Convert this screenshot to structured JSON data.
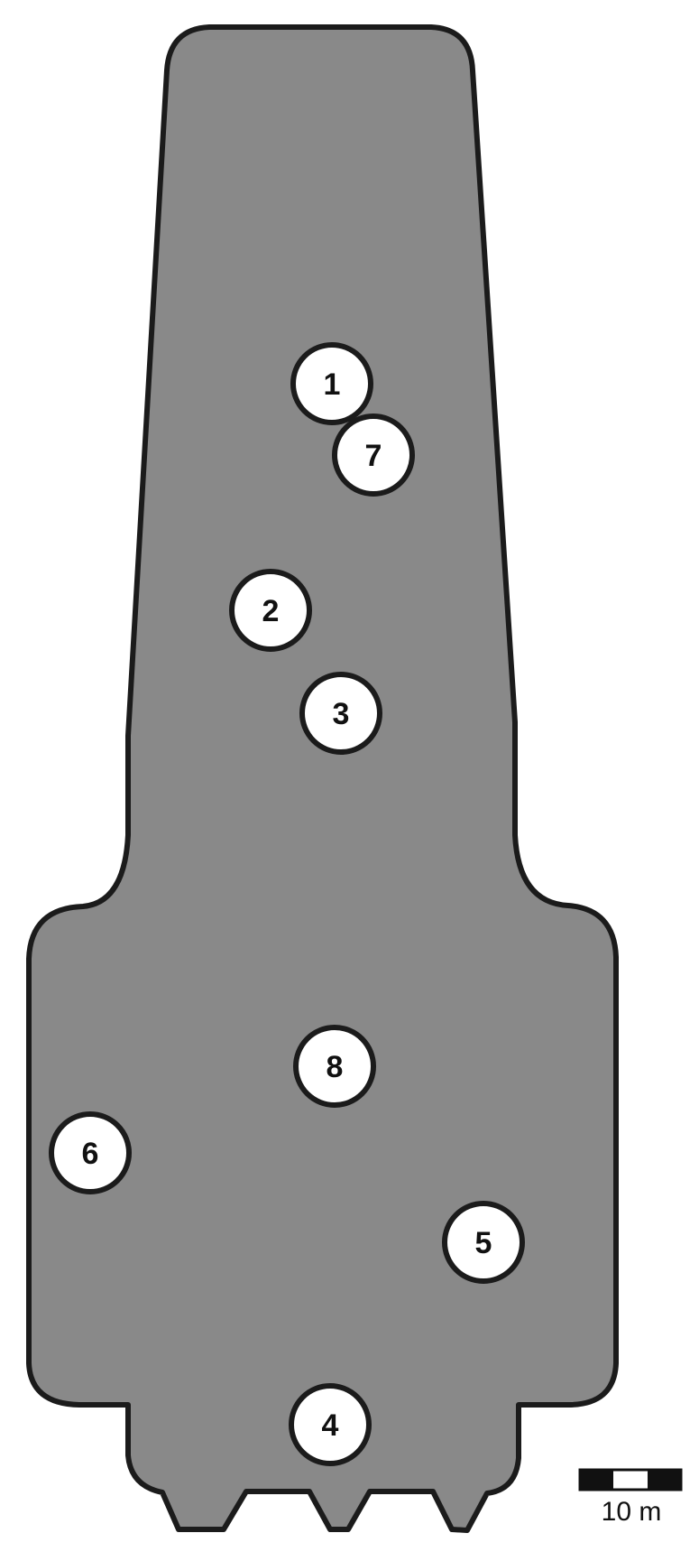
{
  "plan": {
    "fill_color": "#898989",
    "stroke_color": "#1b1b1b",
    "markers": [
      {
        "label": "1"
      },
      {
        "label": "7"
      },
      {
        "label": "2"
      },
      {
        "label": "3"
      },
      {
        "label": "8"
      },
      {
        "label": "6"
      },
      {
        "label": "5"
      },
      {
        "label": "4"
      }
    ]
  },
  "scale_bar": {
    "label": "10 m"
  }
}
